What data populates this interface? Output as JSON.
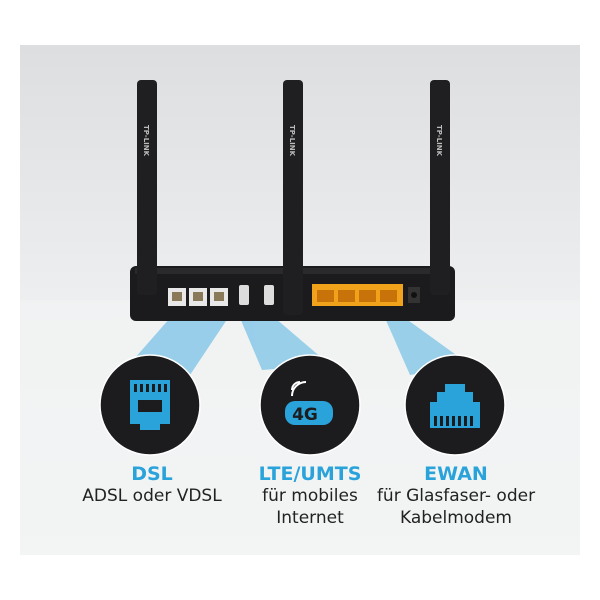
{
  "colors": {
    "accent": "#2aa3db",
    "beam": "#8fcbe8",
    "dark": "#1b1b1d",
    "lan": "#f0a21a"
  },
  "product": {
    "antenna_brand": "TP-LINK"
  },
  "features": [
    {
      "icon": "dsl-port-icon",
      "title": "DSL",
      "lines": [
        "ADSL oder VDSL"
      ]
    },
    {
      "icon": "4g-stick-icon",
      "title": "LTE/UMTS",
      "lines": [
        "für mobiles",
        "Internet"
      ],
      "badge": "4G"
    },
    {
      "icon": "ethernet-port-icon",
      "title": "EWAN",
      "lines": [
        "für Glasfaser- oder",
        "Kabelmodem"
      ]
    }
  ]
}
